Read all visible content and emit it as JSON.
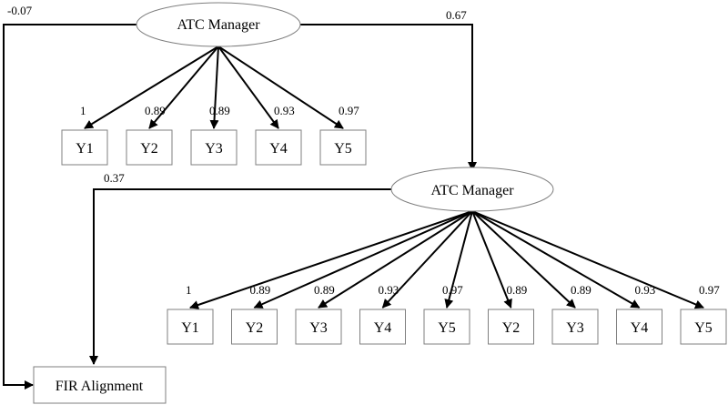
{
  "latent_top": {
    "label": "ATC Manager"
  },
  "latent_mid": {
    "label": "ATC Manager"
  },
  "outcome": {
    "label": "FIR Alignment"
  },
  "top_indicators": [
    {
      "label": "Y1",
      "loading": "1"
    },
    {
      "label": "Y2",
      "loading": "0.89"
    },
    {
      "label": "Y3",
      "loading": "0.89"
    },
    {
      "label": "Y4",
      "loading": "0.93"
    },
    {
      "label": "Y5",
      "loading": "0.97"
    }
  ],
  "mid_indicators": [
    {
      "label": "Y1",
      "loading": "1"
    },
    {
      "label": "Y2",
      "loading": "0.89"
    },
    {
      "label": "Y3",
      "loading": "0.89"
    },
    {
      "label": "Y4",
      "loading": "0.93"
    },
    {
      "label": "Y5",
      "loading": "0.97"
    },
    {
      "label": "Y2",
      "loading": "0.89"
    },
    {
      "label": "Y3",
      "loading": "0.89"
    },
    {
      "label": "Y4",
      "loading": "0.93"
    },
    {
      "label": "Y5",
      "loading": "0.97"
    }
  ],
  "paths": {
    "top_to_outcome": "-0.07",
    "top_to_mid": "0.67",
    "mid_to_outcome": "0.37"
  },
  "colors": {
    "stroke": "#000000",
    "node_border": "#7f7f7f"
  }
}
